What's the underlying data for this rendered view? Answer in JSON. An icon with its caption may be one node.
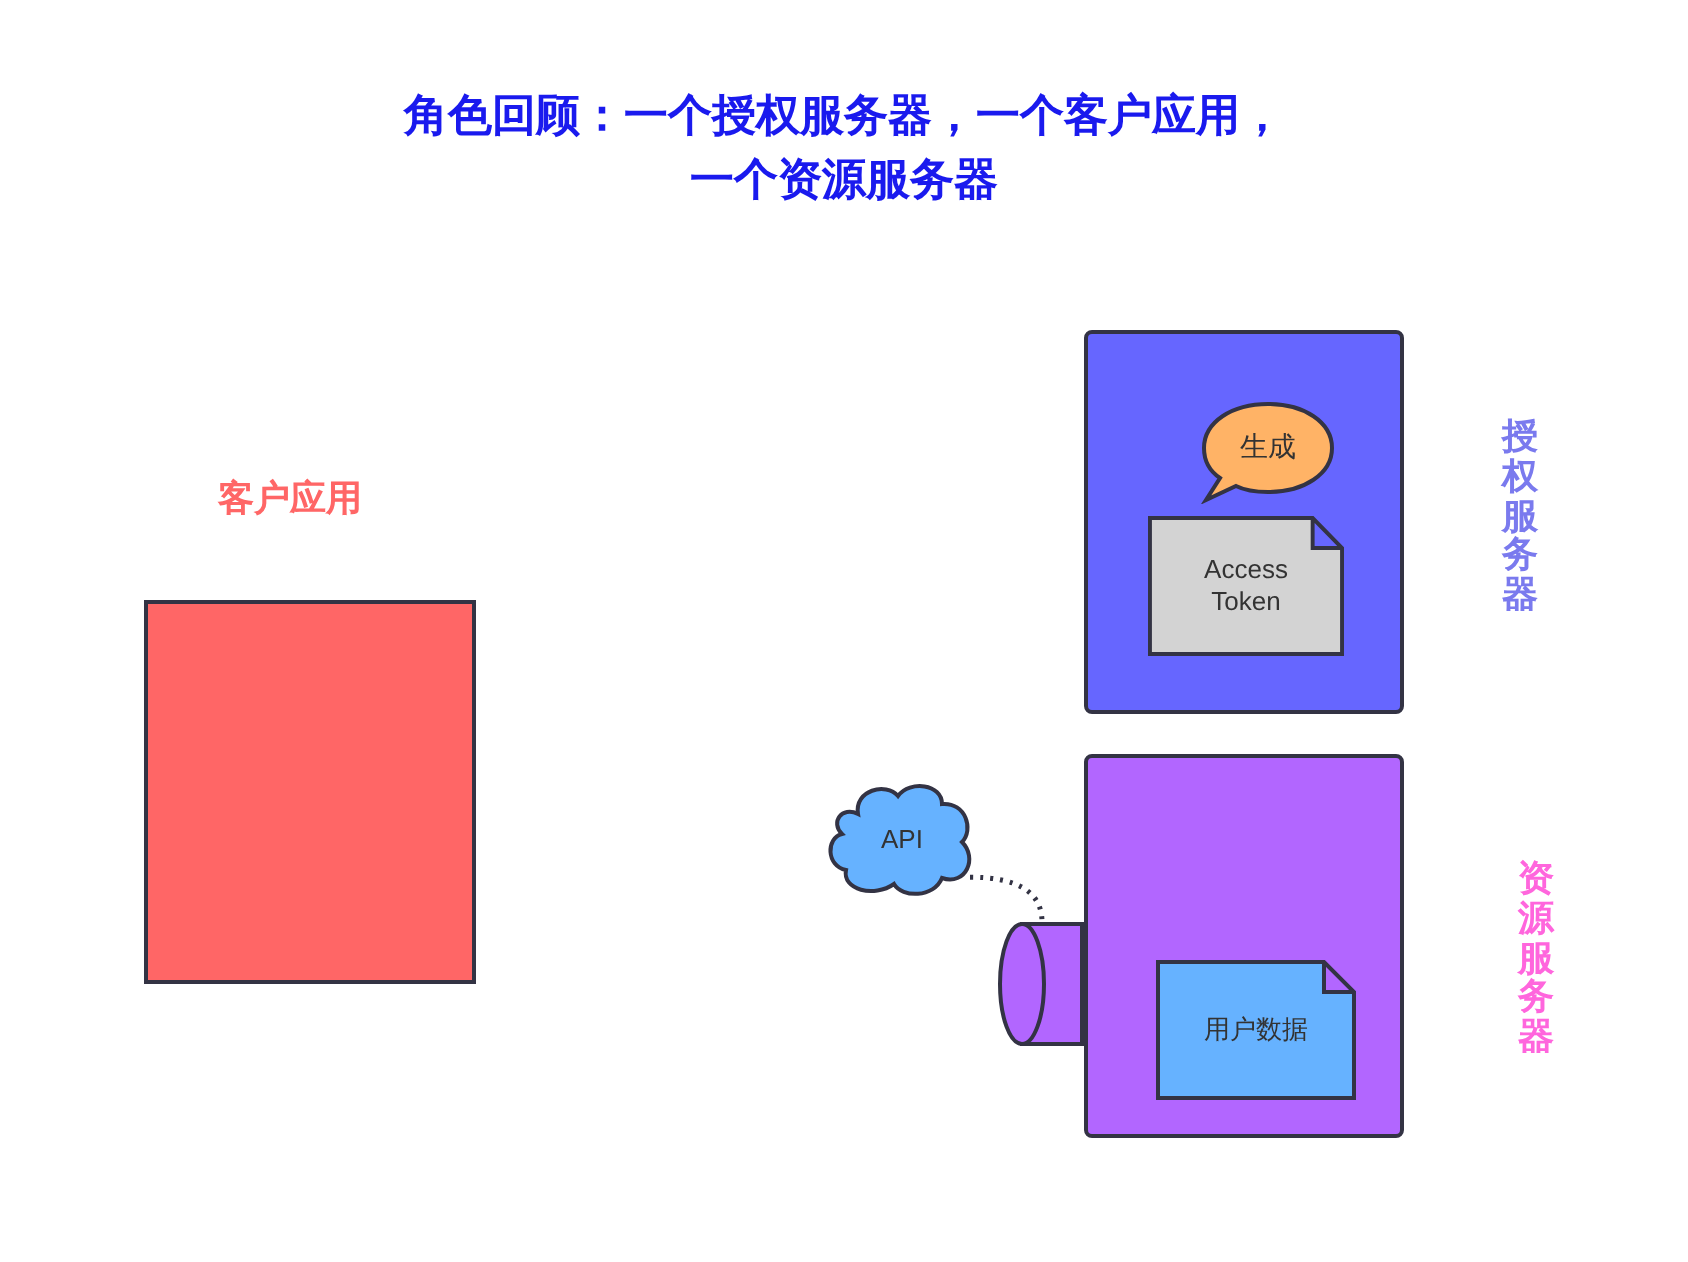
{
  "diagram": {
    "title": "角色回顾：一个授权服务器，一个客户应用，一个资源服务器",
    "nodes": [
      {
        "text": [
          "客户应用"
        ]
      },
      {
        "text": [
          "授权服务器"
        ]
      },
      {
        "text": [
          "生成"
        ],
        "in": 1
      },
      {
        "text": [
          "Access Token"
        ],
        "in": 1
      },
      {
        "text": [
          "资源服务器"
        ]
      },
      {
        "text": [
          "API"
        ]
      },
      {
        "text": [],
        "shape": "cylinder"
      },
      {
        "text": [
          "用户数据"
        ],
        "in": 4
      }
    ],
    "edges": [
      {
        "from": 5,
        "to": 6,
        "arrow": "none",
        "style": "dashed"
      }
    ]
  }
}
